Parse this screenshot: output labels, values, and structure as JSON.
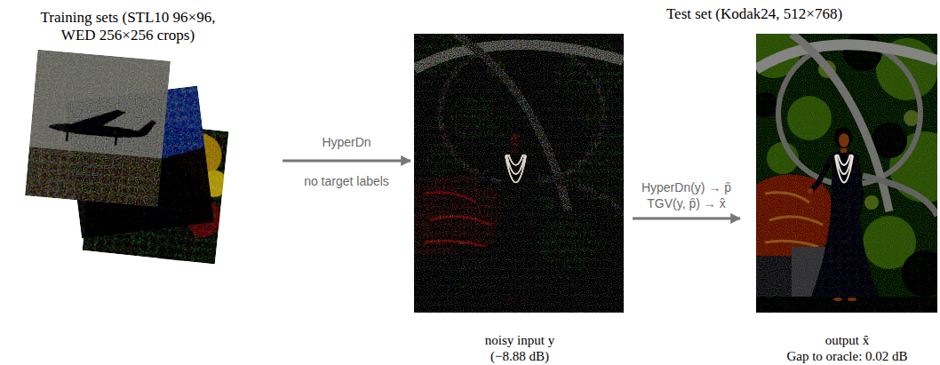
{
  "diagram": {
    "nodes": [
      {
        "text": [
          "Training sets (STL10 96×96, WED 256×256 crops)"
        ]
      },
      {
        "text": [
          "Test set (Kodak24, 512×768)"
        ]
      },
      {
        "text": [
          "noisy input y",
          "(−8.88 dB)"
        ],
        "in": 1
      },
      {
        "text": [
          "output x̂",
          "Gap to oracle: 0.02 dB"
        ],
        "in": 1
      }
    ],
    "edges": [
      {
        "from": 0,
        "to": 2,
        "arrow": "to",
        "label": "HyperDn"
      },
      {
        "from": 2,
        "to": 3,
        "arrow": "to",
        "label": "HyperDn(y) → p̂ TGV(y, p̂) → x̂"
      }
    ],
    "labels": [
      "no target labels"
    ]
  }
}
